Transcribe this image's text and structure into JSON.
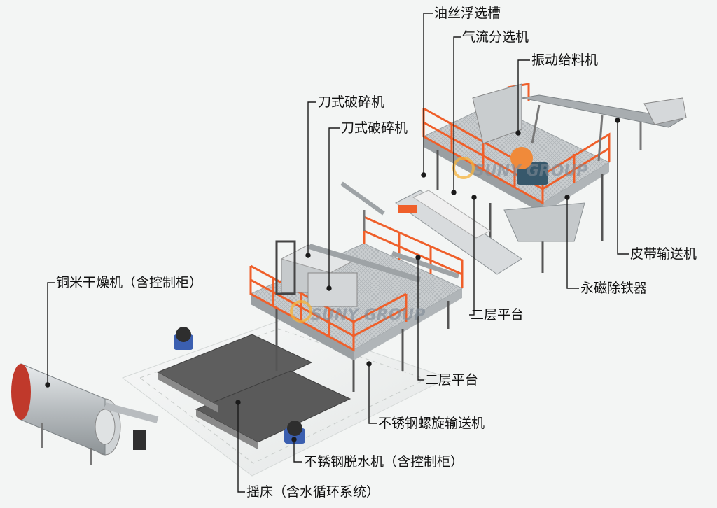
{
  "brand": {
    "name": "SUNY GROUP",
    "accent": "#f26a2e",
    "rail_color": "#ef5f2a",
    "steel": "#b9bec1",
    "table": "#5c5c5c"
  },
  "labels": {
    "oil_silk_flotation": "油丝浮选槽",
    "air_separator": "气流分选机",
    "vibrating_feeder": "振动给料机",
    "knife_crusher_1": "刀式破碎机",
    "knife_crusher_2": "刀式破碎机",
    "belt_conveyor": "皮带输送机",
    "magnetic_separator": "永磁除铁器",
    "second_platform_1": "二层平台",
    "second_platform_2": "二层平台",
    "copper_dryer": "铜米干燥机（含控制柜）",
    "screw_conveyor": "不锈钢螺旋输送机",
    "dewatering_machine": "不锈钢脱水机（含控制柜）",
    "shaking_table": "摇床（含水循环系统）"
  }
}
